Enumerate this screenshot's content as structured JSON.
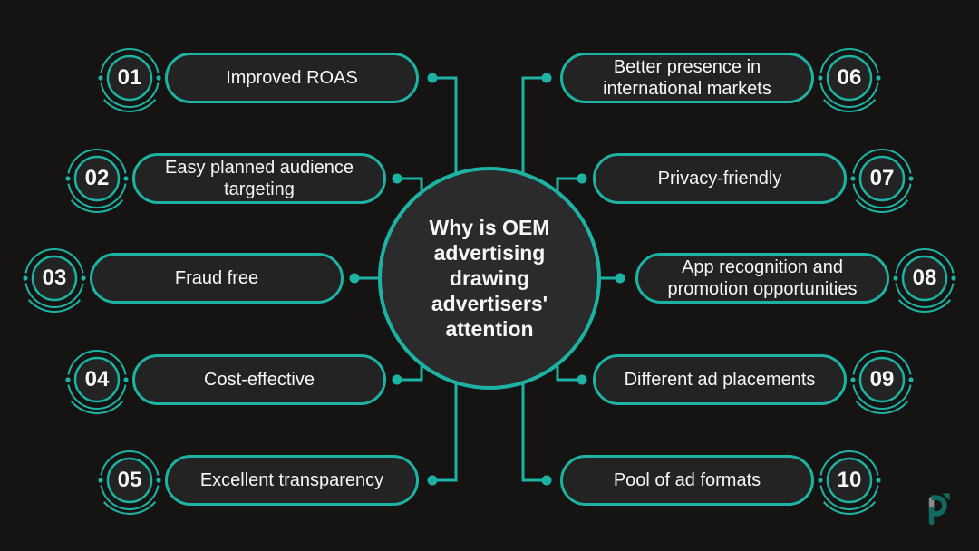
{
  "colors": {
    "accent": "#1db3a4",
    "bg": "#151413",
    "pill-fill": "#232323",
    "circle-fill": "#2b2b2b",
    "text": "#f7f7f7"
  },
  "center": {
    "title": "Why is OEM\nadvertising\ndrawing\nadvertisers'\nattention"
  },
  "items": [
    {
      "number": "01",
      "label": "Improved ROAS"
    },
    {
      "number": "02",
      "label": "Easy planned audience targeting"
    },
    {
      "number": "03",
      "label": "Fraud free"
    },
    {
      "number": "04",
      "label": "Cost-effective"
    },
    {
      "number": "05",
      "label": "Excellent transparency"
    },
    {
      "number": "06",
      "label": "Better presence in international markets"
    },
    {
      "number": "07",
      "label": "Privacy-friendly"
    },
    {
      "number": "08",
      "label": "App recognition and promotion opportunities"
    },
    {
      "number": "09",
      "label": "Different ad placements"
    },
    {
      "number": "10",
      "label": "Pool of ad formats"
    }
  ],
  "logo": {
    "icon": "p-arrow-logo"
  }
}
